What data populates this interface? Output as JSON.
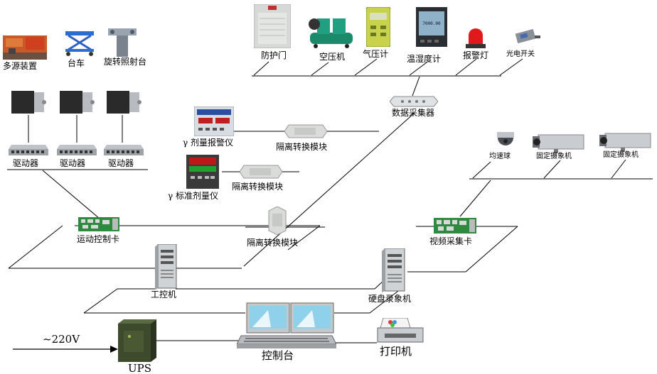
{
  "labels": {
    "multi_source": "多源装置",
    "cart": "台车",
    "rotary_table": "旋转照射台",
    "driver1": "驱动器",
    "driver2": "驱动器",
    "driver3": "驱动器",
    "motion_card": "运动控制卡",
    "gamma_alarm": "γ 剂量报警仪",
    "gamma_std": "γ 标准剂量仪",
    "iso1": "隔离转换模块",
    "iso2": "隔离转换模块",
    "iso3": "隔离转换模块",
    "door": "防护门",
    "compressor": "空压机",
    "pressure_gauge": "气压计",
    "hygrometer": "温湿度计",
    "alarm_lamp": "报警灯",
    "photo_switch": "光电开关",
    "data_collector": "数据采集器",
    "dome_camera": "均速球",
    "fixed_cam1": "固定摄象机",
    "fixed_cam2": "固定摄象机",
    "video_card": "视频采集卡",
    "ipc": "工控机",
    "dvr": "硬盘录象机",
    "console": "控制台",
    "printer": "打印机",
    "ups": "UPS",
    "mains": "~220V"
  },
  "hygrometer_display": "7000.00"
}
